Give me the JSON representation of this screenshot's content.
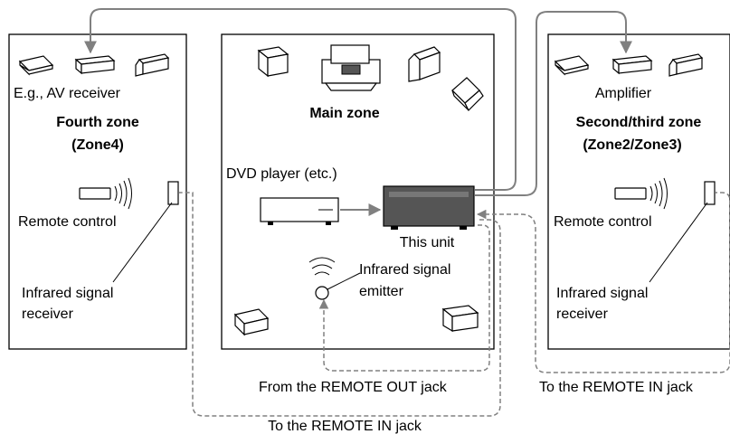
{
  "zones": {
    "fourth": {
      "device_label": "E.g., AV receiver",
      "title_line1": "Fourth zone",
      "title_line2": "(Zone4)",
      "remote_label": "Remote control",
      "receiver_line1": "Infrared signal",
      "receiver_line2": "receiver"
    },
    "main": {
      "title": "Main zone",
      "source_label": "DVD player (etc.)",
      "unit_label": "This unit",
      "emitter_line1": "Infrared signal",
      "emitter_line2": "emitter"
    },
    "second_third": {
      "device_label": "Amplifier",
      "title_line1": "Second/third zone",
      "title_line2": "(Zone2/Zone3)",
      "remote_label": "Remote control",
      "receiver_line1": "Infrared signal",
      "receiver_line2": "receiver"
    }
  },
  "connections": {
    "remote_out_label": "From the REMOTE OUT jack",
    "remote_in_label_right": "To the REMOTE IN jack",
    "remote_in_label_bottom": "To the REMOTE IN jack"
  },
  "colors": {
    "line": "#808080",
    "outline": "#000000",
    "device_shade": "#555555"
  }
}
